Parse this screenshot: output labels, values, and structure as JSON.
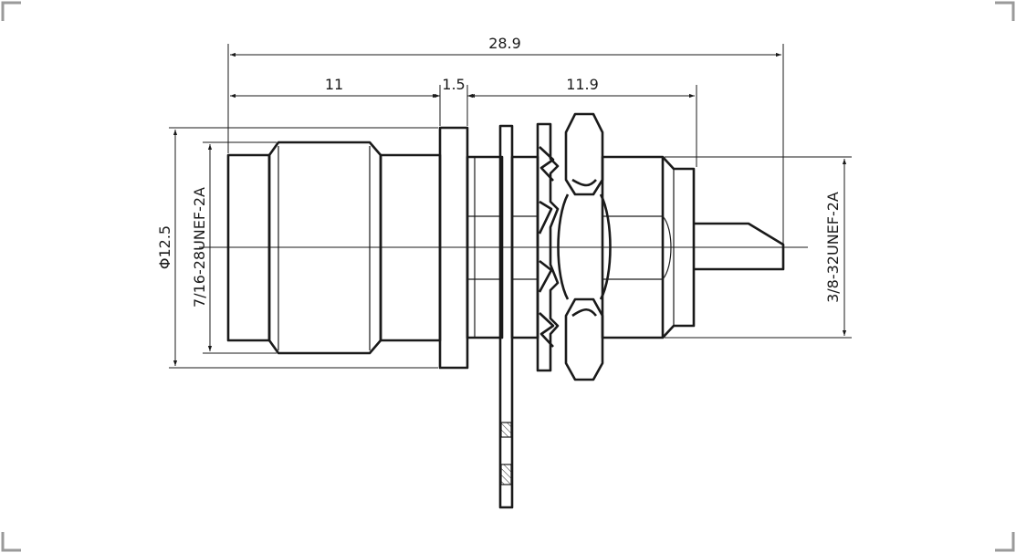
{
  "dimensions": {
    "overall_length": "28.9",
    "body_length": "11",
    "flange_thickness": "1.5",
    "rear_length": "11.9",
    "diameter": "Φ12.5",
    "front_thread": "7/16-28UNEF-2A",
    "rear_thread": "3/8-32UNEF-2A"
  },
  "colors": {
    "line": "#1a1a1a",
    "frame_corner": "#9a9a9a"
  }
}
